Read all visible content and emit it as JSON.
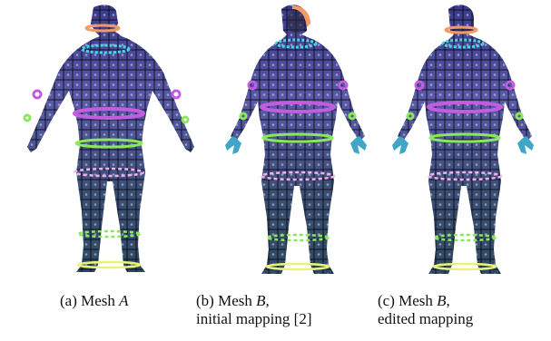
{
  "panels": [
    {
      "prefix": "(a) Mesh ",
      "mesh": "A",
      "suffix": "",
      "line2": ""
    },
    {
      "prefix": "(b) Mesh ",
      "mesh": "B",
      "suffix": ",",
      "line2": "initial mapping [2]"
    },
    {
      "prefix": "(c) Mesh ",
      "mesh": "B",
      "suffix": ",",
      "line2": "edited mapping"
    }
  ],
  "colors": {
    "mesh_fill_top": "#4a4a9a",
    "mesh_fill_bottom": "#2f4a62",
    "grid_line": "#0b0b18",
    "hand_cyan": "#3fa6c8",
    "ring_orange": "#f29a63",
    "ring_cyan": "#48d6e4",
    "ring_magenta": "#c25ce0",
    "ring_green": "#8ae85a",
    "ring_pink": "#f6b0ee",
    "ring_yellow": "#e9f27a"
  }
}
